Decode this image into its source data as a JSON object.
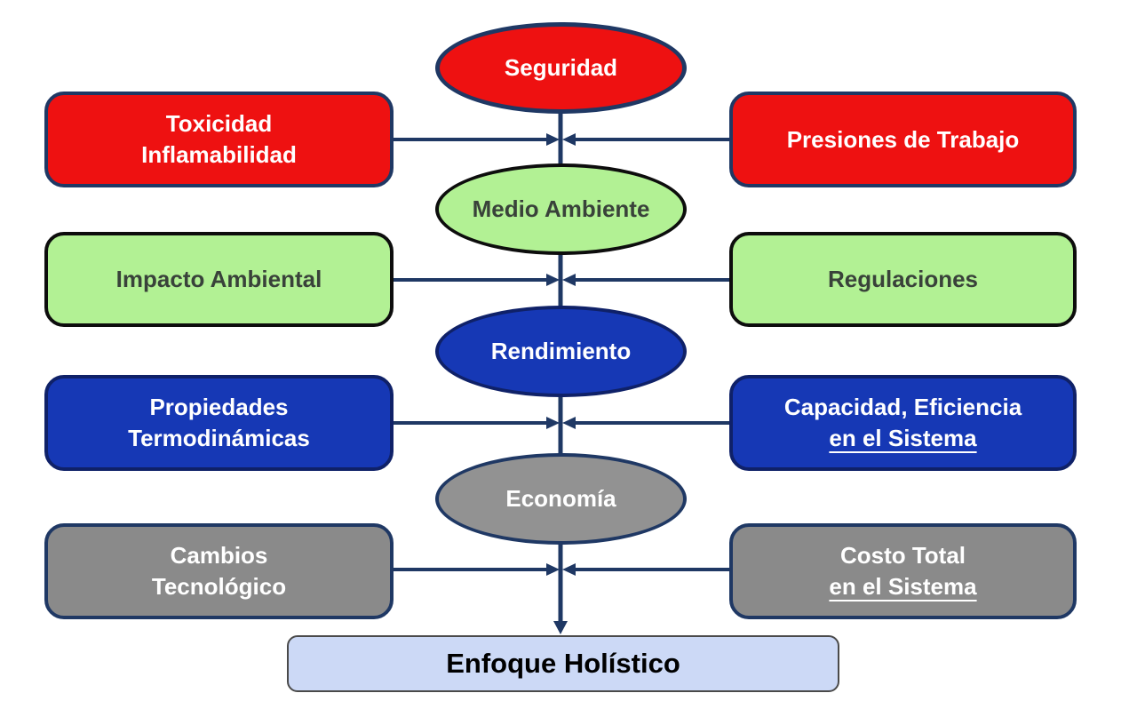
{
  "colors": {
    "connector": "#1f3864",
    "background": "#ffffff"
  },
  "nodes": {
    "ellipses": [
      {
        "label": "Seguridad",
        "fill": "#ee1111",
        "border": "#1f3864",
        "text": "#ffffff"
      },
      {
        "label": "Medio Ambiente",
        "fill": "#b2f194",
        "border": "#0d0d0d",
        "text": "#39423a"
      },
      {
        "label": "Rendimiento",
        "fill": "#1638b5",
        "border": "#0f2168",
        "text": "#ffffff"
      },
      {
        "label": "Economía",
        "fill": "#929292",
        "border": "#1f3864",
        "text": "#ffffff"
      }
    ],
    "left": [
      {
        "line1": "Toxicidad",
        "line2": "Inflamabilidad",
        "fill": "#ee1111",
        "border": "#1f3864",
        "text": "#ffffff"
      },
      {
        "line1": "Impacto Ambiental",
        "line2": "",
        "fill": "#b2f194",
        "border": "#0d0d0d",
        "text": "#39423a"
      },
      {
        "line1": "Propiedades",
        "line2": "Termodinámicas",
        "fill": "#1638b5",
        "border": "#0f2168",
        "text": "#ffffff"
      },
      {
        "line1": "Cambios",
        "line2": "Tecnológico",
        "fill": "#8a8a8a",
        "border": "#1f3864",
        "text": "#ffffff"
      }
    ],
    "right": [
      {
        "line1": "Presiones de Trabajo",
        "line2": "",
        "fill": "#ee1111",
        "border": "#1f3864",
        "text": "#ffffff"
      },
      {
        "line1": "Regulaciones",
        "line2": "",
        "fill": "#b2f194",
        "border": "#0d0d0d",
        "text": "#39423a"
      },
      {
        "line1": "Capacidad, Eficiencia",
        "line2": "en el Sistema",
        "fill": "#1638b5",
        "border": "#0f2168",
        "text": "#ffffff"
      },
      {
        "line1": "Costo Total",
        "line2": "en el Sistema",
        "fill": "#8a8a8a",
        "border": "#1f3864",
        "text": "#ffffff"
      }
    ],
    "final": {
      "label": "Enfoque Holístico",
      "fill": "#ccd9f6",
      "border": "#4a4a4a",
      "text": "#000000"
    }
  }
}
